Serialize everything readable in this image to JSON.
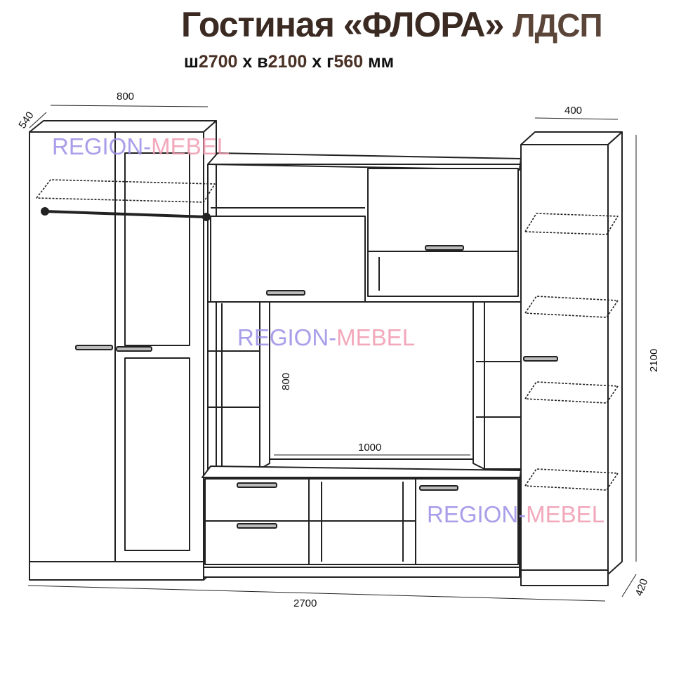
{
  "header": {
    "title_main": "Гостиная «ФЛОРА»",
    "title_material": "ЛДСП",
    "dims": {
      "w_prefix": "ш",
      "w_value": "2700",
      "x1": " x ",
      "h_prefix": "в",
      "h_value": "2100",
      "x2": " x ",
      "d_prefix": "г",
      "d_value": "560",
      "unit": " мм"
    }
  },
  "dimensions": {
    "wardrobe_width": "800",
    "wardrobe_depth": "540",
    "tower_width": "400",
    "total_height": "2100",
    "tv_niche_height": "800",
    "tv_niche_width": "1000",
    "total_width": "2700",
    "depth_bottom": "420"
  },
  "watermarks": {
    "text_left": "REGION-",
    "text_right": "MEBEL",
    "color_left": "#9a8ee6",
    "color_right": "#f09aae"
  },
  "colors": {
    "title": "#3a2a22",
    "line": "#222222"
  }
}
